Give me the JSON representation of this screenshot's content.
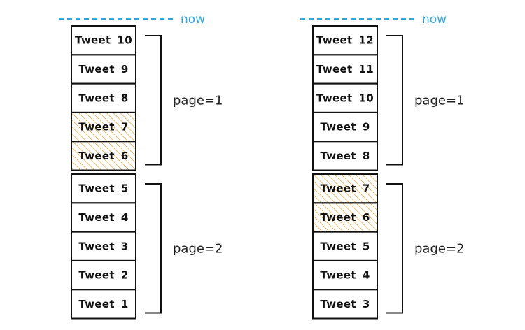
{
  "colors": {
    "now_line": "#2ea7e0",
    "highlight_hatch": "#f0a030",
    "box_border": "#111111",
    "bracket": "#111111"
  },
  "timelines": [
    {
      "now_label": "now",
      "tweets": [
        {
          "label": "Tweet",
          "number": "10",
          "highlighted": false
        },
        {
          "label": "Tweet",
          "number": "9",
          "highlighted": false
        },
        {
          "label": "Tweet",
          "number": "8",
          "highlighted": false
        },
        {
          "label": "Tweet",
          "number": "7",
          "highlighted": true
        },
        {
          "label": "Tweet",
          "number": "6",
          "highlighted": true
        },
        {
          "label": "Tweet",
          "number": "5",
          "highlighted": false
        },
        {
          "label": "Tweet",
          "number": "4",
          "highlighted": false
        },
        {
          "label": "Tweet",
          "number": "3",
          "highlighted": false
        },
        {
          "label": "Tweet",
          "number": "2",
          "highlighted": false
        },
        {
          "label": "Tweet",
          "number": "1",
          "highlighted": false
        }
      ],
      "pages": [
        {
          "label": "page=1",
          "tweet_count": 5
        },
        {
          "label": "page=2",
          "tweet_count": 5
        }
      ]
    },
    {
      "now_label": "now",
      "tweets": [
        {
          "label": "Tweet",
          "number": "12",
          "highlighted": false
        },
        {
          "label": "Tweet",
          "number": "11",
          "highlighted": false
        },
        {
          "label": "Tweet",
          "number": "10",
          "highlighted": false
        },
        {
          "label": "Tweet",
          "number": "9",
          "highlighted": false
        },
        {
          "label": "Tweet",
          "number": "8",
          "highlighted": false
        },
        {
          "label": "Tweet",
          "number": "7",
          "highlighted": true
        },
        {
          "label": "Tweet",
          "number": "6",
          "highlighted": true
        },
        {
          "label": "Tweet",
          "number": "5",
          "highlighted": false
        },
        {
          "label": "Tweet",
          "number": "4",
          "highlighted": false
        },
        {
          "label": "Tweet",
          "number": "3",
          "highlighted": false
        }
      ],
      "pages": [
        {
          "label": "page=1",
          "tweet_count": 5
        },
        {
          "label": "page=2",
          "tweet_count": 5
        }
      ]
    }
  ]
}
